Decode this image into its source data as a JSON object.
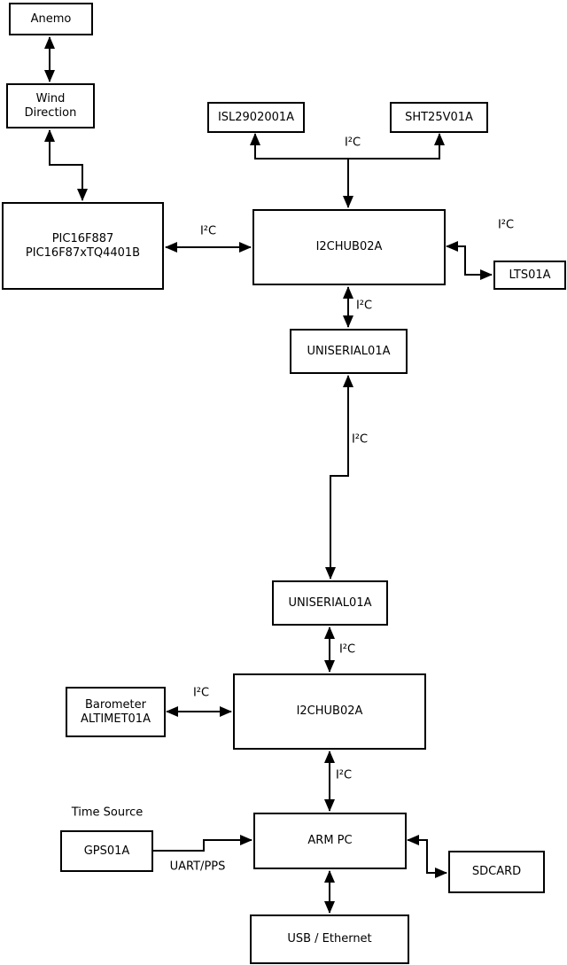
{
  "diagram": {
    "colors": {
      "background": "#ffffff",
      "line": "#000000",
      "box_fill": "#ffffff",
      "text": "#000000"
    },
    "nodes": {
      "anemo": {
        "lines": [
          "Anemo"
        ]
      },
      "wind_direction": {
        "lines": [
          "Wind",
          "Direction"
        ]
      },
      "pic": {
        "lines": [
          "PIC16F887",
          "PIC16F87xTQ4401B"
        ]
      },
      "isl": {
        "lines": [
          "ISL2902001A"
        ]
      },
      "sht": {
        "lines": [
          "SHT25V01A"
        ]
      },
      "hub1": {
        "lines": [
          "I2CHUB02A"
        ]
      },
      "lts": {
        "lines": [
          "LTS01A"
        ]
      },
      "uniserial_top": {
        "lines": [
          "UNISERIAL01A"
        ]
      },
      "uniserial_bottom": {
        "lines": [
          "UNISERIAL01A"
        ]
      },
      "hub2": {
        "lines": [
          "I2CHUB02A"
        ]
      },
      "barometer": {
        "lines": [
          "Barometer",
          "ALTIMET01A"
        ]
      },
      "arm_pc": {
        "lines": [
          "ARM PC"
        ]
      },
      "gps": {
        "lines": [
          "GPS01A"
        ]
      },
      "sdcard": {
        "lines": [
          "SDCARD"
        ]
      },
      "usb_ethernet": {
        "lines": [
          "USB / Ethernet"
        ]
      }
    },
    "edge_labels": {
      "sensor_bus": "I²C",
      "pic_to_hub": "I²C",
      "hub_to_lts": "I²C",
      "hub_to_uniserial": "I²C",
      "uniserial_link": "I²C",
      "uniserial_to_hub2": "I²C",
      "barometer_to_hub2": "I²C",
      "hub2_to_armpc": "I²C",
      "time_source": "Time Source",
      "uart_pps": "UART/PPS"
    }
  }
}
